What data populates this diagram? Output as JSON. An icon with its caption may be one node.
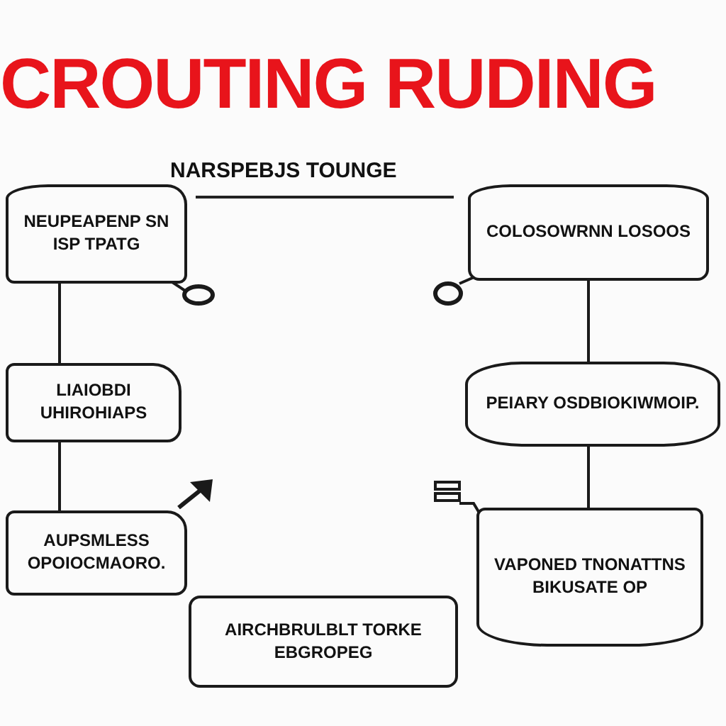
{
  "diagram": {
    "title": "CROUTING RUDING",
    "nodes": [
      {
        "text": [
          "NEUPEAPENP SN ISP TPATG"
        ]
      },
      {
        "text": [
          "COLOSOWRNN LOSOOS"
        ]
      },
      {
        "text": [
          "LIAIOBDI UHIROHIAPS"
        ]
      },
      {
        "text": [
          "PEIARY OSDBIOKIWMOIP."
        ]
      },
      {
        "text": [
          "AUPSMLESS OPOIOCMAORO."
        ]
      },
      {
        "text": [
          "VAPONED TNONATTNS BIKUSATE OP"
        ]
      },
      {
        "text": [
          "AIRCHBRULBLT TORKE EBGROPEG"
        ]
      }
    ],
    "edges": [
      {
        "from": 0,
        "to": 2,
        "arrow": "none"
      },
      {
        "from": 2,
        "to": 4,
        "arrow": "none"
      },
      {
        "from": 1,
        "to": 3,
        "arrow": "none"
      },
      {
        "from": 3,
        "to": 5,
        "arrow": "none"
      }
    ],
    "labels": [
      "NARSPEBJS TOUNGE"
    ]
  }
}
